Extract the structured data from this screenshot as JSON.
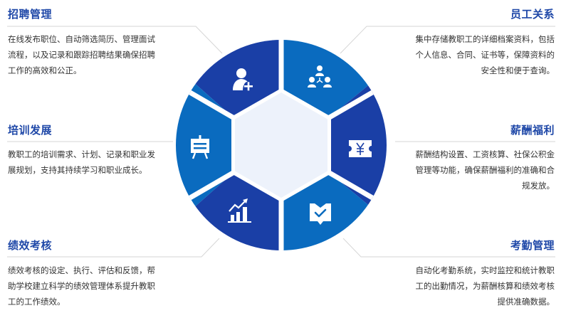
{
  "colors": {
    "dark_blue": "#1a3fa6",
    "light_blue": "#0a6bbf",
    "hex_fill": "#edf2fb",
    "title": "#1f48a8",
    "connector": "#d4d4d4"
  },
  "center": {
    "shape": "hexagon",
    "label": ""
  },
  "modules": [
    {
      "id": "recruitment",
      "title": "招聘管理",
      "icon": "user-add-icon",
      "position": "top-left",
      "description": [
        "在线发布职位、自动筛选简历、管理面试",
        "流程，以及记录和跟踪招聘结果确保招聘",
        "工作的高效和公正。"
      ]
    },
    {
      "id": "employee-relations",
      "title": "员工关系",
      "icon": "org-people-icon",
      "position": "top-right",
      "description": [
        "集中存储教职工的详细档案资料，包括",
        "个人信息、合同、证书等，保障资料的",
        "安全性和便于查询。"
      ]
    },
    {
      "id": "training",
      "title": "培训发展",
      "icon": "presentation-board-icon",
      "position": "middle-left",
      "description": [
        "教职工的培训需求、计划、记录和职业发",
        "展规划，支持其持续学习和职业成长。"
      ]
    },
    {
      "id": "compensation",
      "title": "薪酬福利",
      "icon": "yen-ticket-icon",
      "position": "middle-right",
      "description": [
        "薪酬结构设置、工资核算、社保公积金",
        "管理等功能，确保薪酬福利的准确和合",
        "规发放。"
      ]
    },
    {
      "id": "performance",
      "title": "绩效考核",
      "icon": "growth-chart-icon",
      "position": "bottom-left",
      "description": [
        "绩效考核的设定、执行、评估和反馈，帮",
        "助学校建立科学的绩效管理体系提升教职",
        "工的工作绩效。"
      ]
    },
    {
      "id": "attendance",
      "title": "考勤管理",
      "icon": "check-badge-icon",
      "position": "bottom-right",
      "description": [
        "自动化考勤系统，实时监控和统计教职",
        "工的出勤情况，为薪酬核算和绩效考核",
        "提供准确数据。"
      ]
    }
  ]
}
